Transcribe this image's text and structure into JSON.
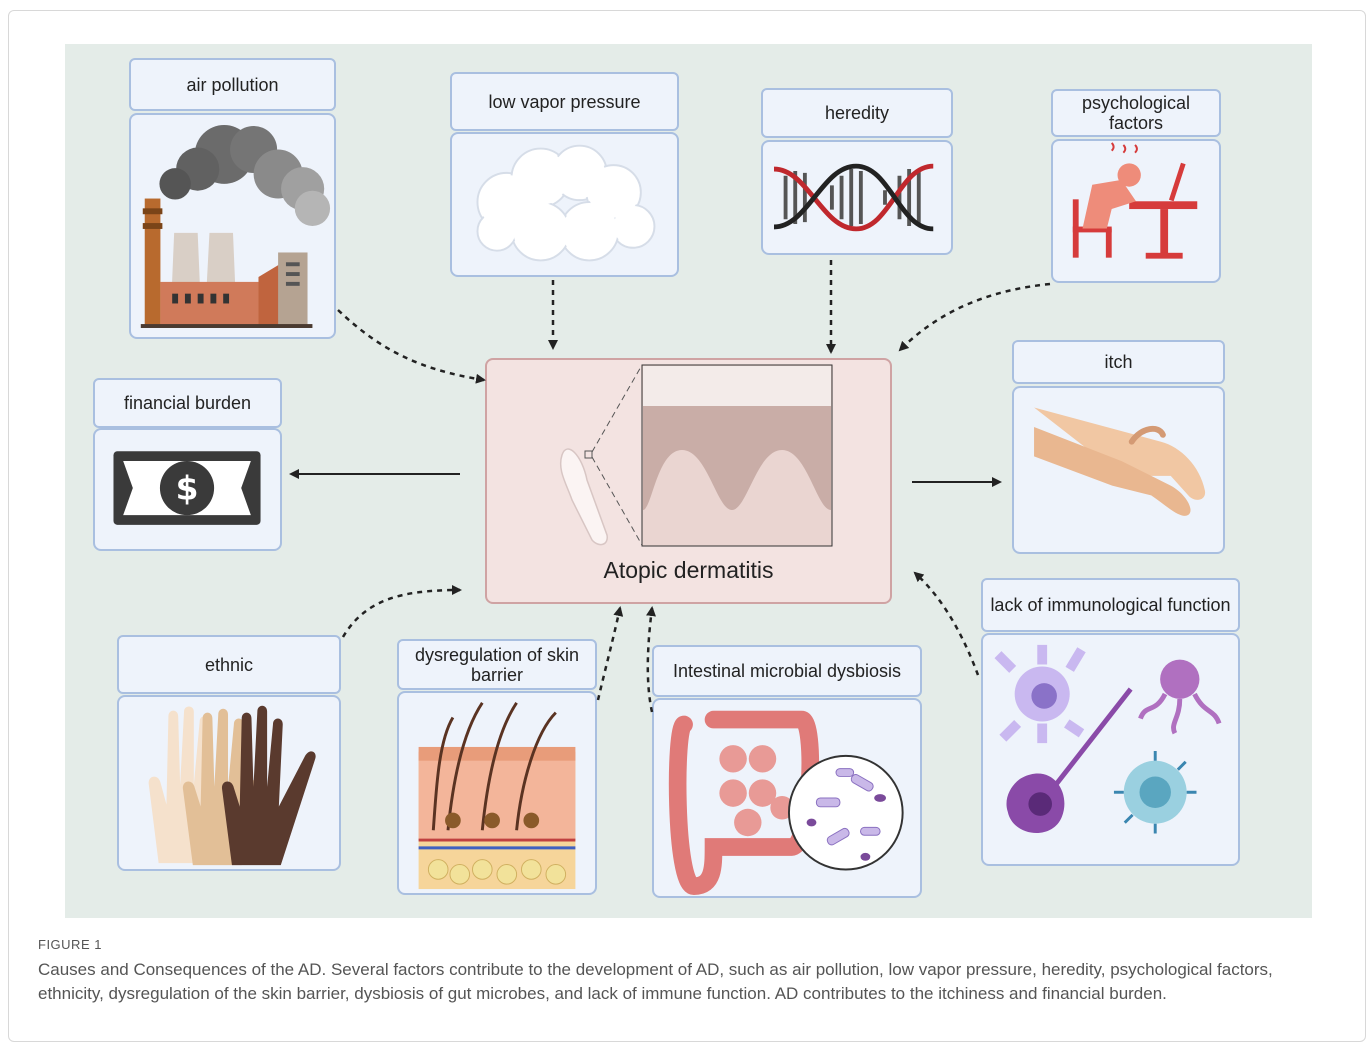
{
  "figure": {
    "label": "FIGURE 1",
    "caption": "Causes and Consequences of the AD. Several factors contribute to the development of AD, such as air pollution, low vapor pressure, heredity, psychological factors, ethnicity, dysregulation of the skin barrier, dysbiosis of gut microbes, and lack of immune function. AD contributes to the itchiness and financial burden."
  },
  "center": {
    "title": "Atopic dermatitis"
  },
  "factors": {
    "air_pollution": "air pollution",
    "low_vapor_pressure": "low vapor pressure",
    "heredity": "heredity",
    "psychological": "psychological factors",
    "ethnic": "ethnic",
    "skin_barrier": "dysregulation of skin barrier",
    "intestinal": "Intestinal microbial dysbiosis",
    "immunological": "lack of immunological function"
  },
  "consequences": {
    "financial": "financial burden",
    "itch": "itch"
  },
  "icons": {
    "dollar_symbol": "$"
  },
  "colors": {
    "panel_bg": "#e4ece8",
    "box_border": "#a9bfe0",
    "box_fill": "#eef3fb",
    "center_fill": "#f3e3e1",
    "center_border": "#cfa3a3"
  }
}
